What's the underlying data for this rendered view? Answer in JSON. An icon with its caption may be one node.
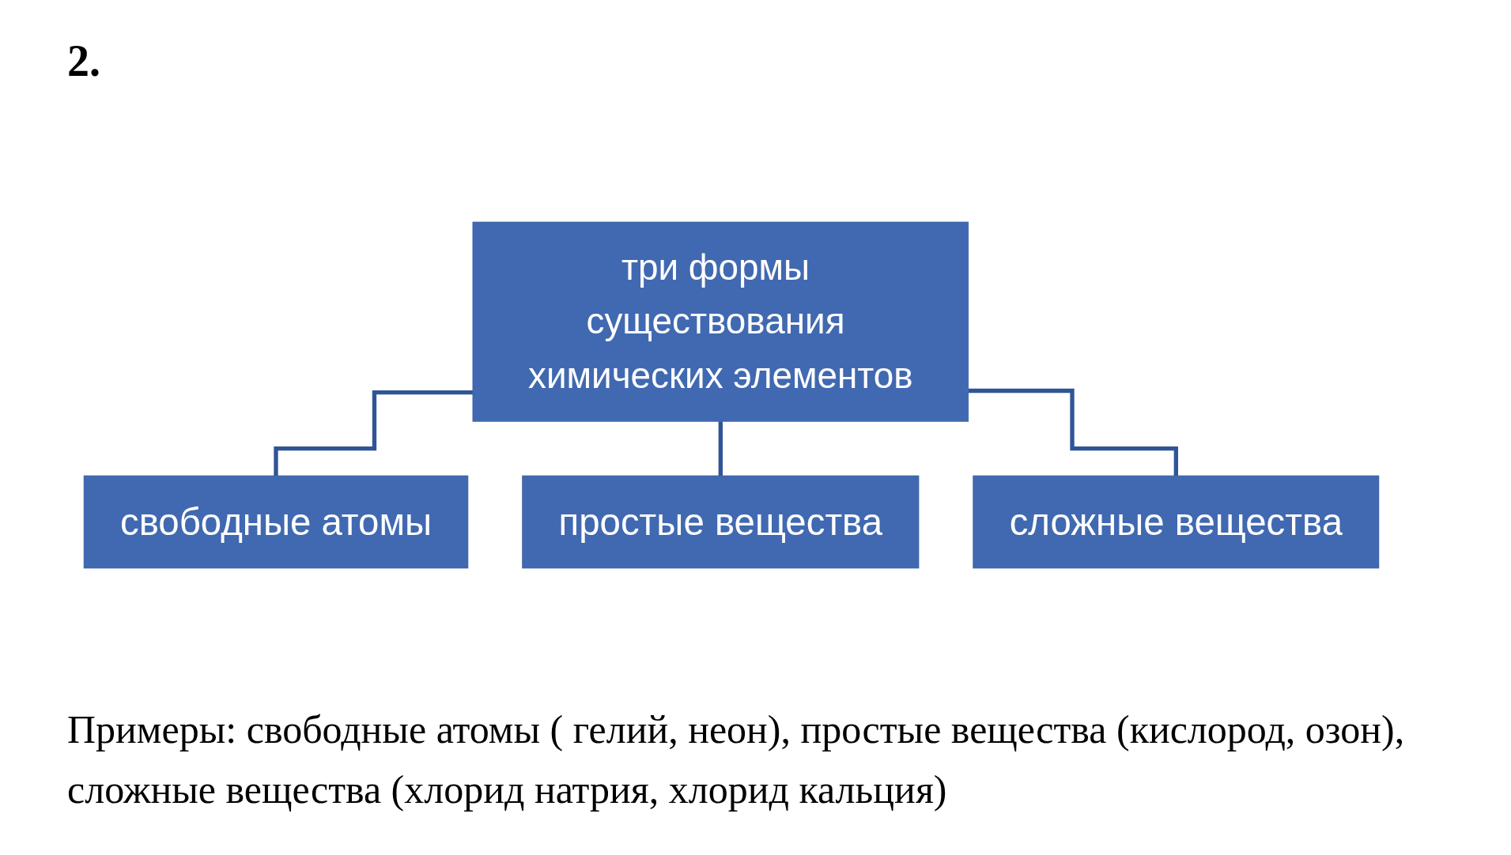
{
  "diagram": {
    "title": "2.",
    "caption": "Примеры: свободные атомы ( гелий, неон), простые вещества (кислород, озон), сложные вещества (хлорид натрия, хлорид кальция)",
    "nodes": [
      {
        "text": [
          "три формы существования химических элементов"
        ]
      },
      {
        "text": [
          "свободные атомы"
        ]
      },
      {
        "text": [
          "простые вещества"
        ]
      },
      {
        "text": [
          "сложные вещества"
        ]
      }
    ],
    "edges": [
      {
        "from": 0,
        "to": 1,
        "arrow": "none"
      },
      {
        "from": 0,
        "to": 2,
        "arrow": "none"
      },
      {
        "from": 0,
        "to": 3,
        "arrow": "none"
      }
    ]
  }
}
